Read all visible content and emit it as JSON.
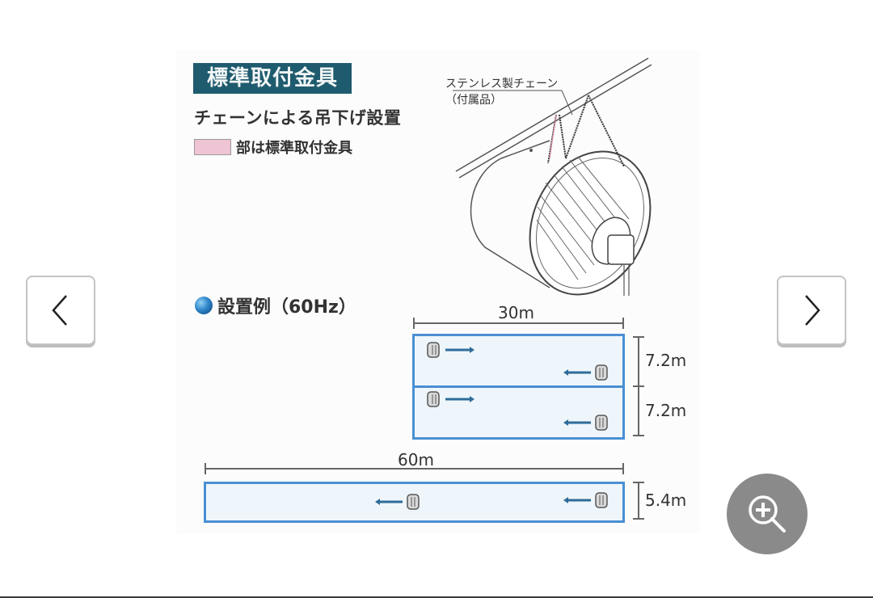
{
  "viewer": {
    "prev_button_label": "Previous image",
    "next_button_label": "Next image",
    "zoom_button_label": "Zoom in",
    "icons": {
      "prev": "chevron-left-icon",
      "next": "chevron-right-icon",
      "zoom": "zoom-in-icon"
    }
  },
  "image": {
    "title_badge": "標準取付金具",
    "subtitle": "チェーンによる吊下げ設置",
    "legend_text": "部は標準取付金具",
    "legend_swatch_color": "#efc4d4",
    "callout_line1": "ステンレス製チェーン",
    "callout_line2": "（付属品）",
    "example_heading": "設置例（60Hz）",
    "layout_a": {
      "width_label": "30m",
      "row_heights": [
        "7.2m",
        "7.2m"
      ]
    },
    "layout_b": {
      "width_label": "60m",
      "row_height": "5.4m"
    },
    "colors": {
      "badge_bg": "#1f5b6e",
      "room_border": "#4a8fd4",
      "room_fill": "#eef6fb",
      "arrow": "#2e6c9a"
    }
  }
}
